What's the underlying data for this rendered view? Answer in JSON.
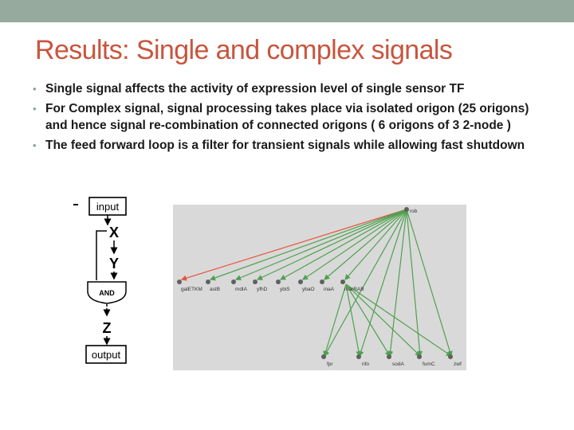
{
  "slide": {
    "title": "Results: Single and complex signals",
    "bullets": [
      "Single signal affects the activity of expression level of single sensor TF",
      "For Complex signal, signal processing takes place via  isolated origon (25 origons) and hence signal re-combination of connected origons ( 6 origons of 3 2-node )",
      "The feed forward loop is a filter for transient signals while allowing fast shutdown"
    ],
    "bullet_symbol": "•"
  },
  "ffl_diagram": {
    "input": "input",
    "x": "X",
    "y": "Y",
    "gate": "AND",
    "z": "Z",
    "output": "output"
  },
  "network": {
    "hub": "rob",
    "level1": [
      "galETKM",
      "asIB",
      "mdlA",
      "yfhD",
      "ybiS",
      "ybaO",
      "inaA",
      "marRAB"
    ],
    "level2": [
      "fpr",
      "nfo",
      "sodA",
      "fumC",
      "zwf"
    ],
    "colors": {
      "repress": "#e8553c",
      "activate": "#4fa14f",
      "node": "#606060",
      "panel": "#d9d9d9"
    }
  }
}
